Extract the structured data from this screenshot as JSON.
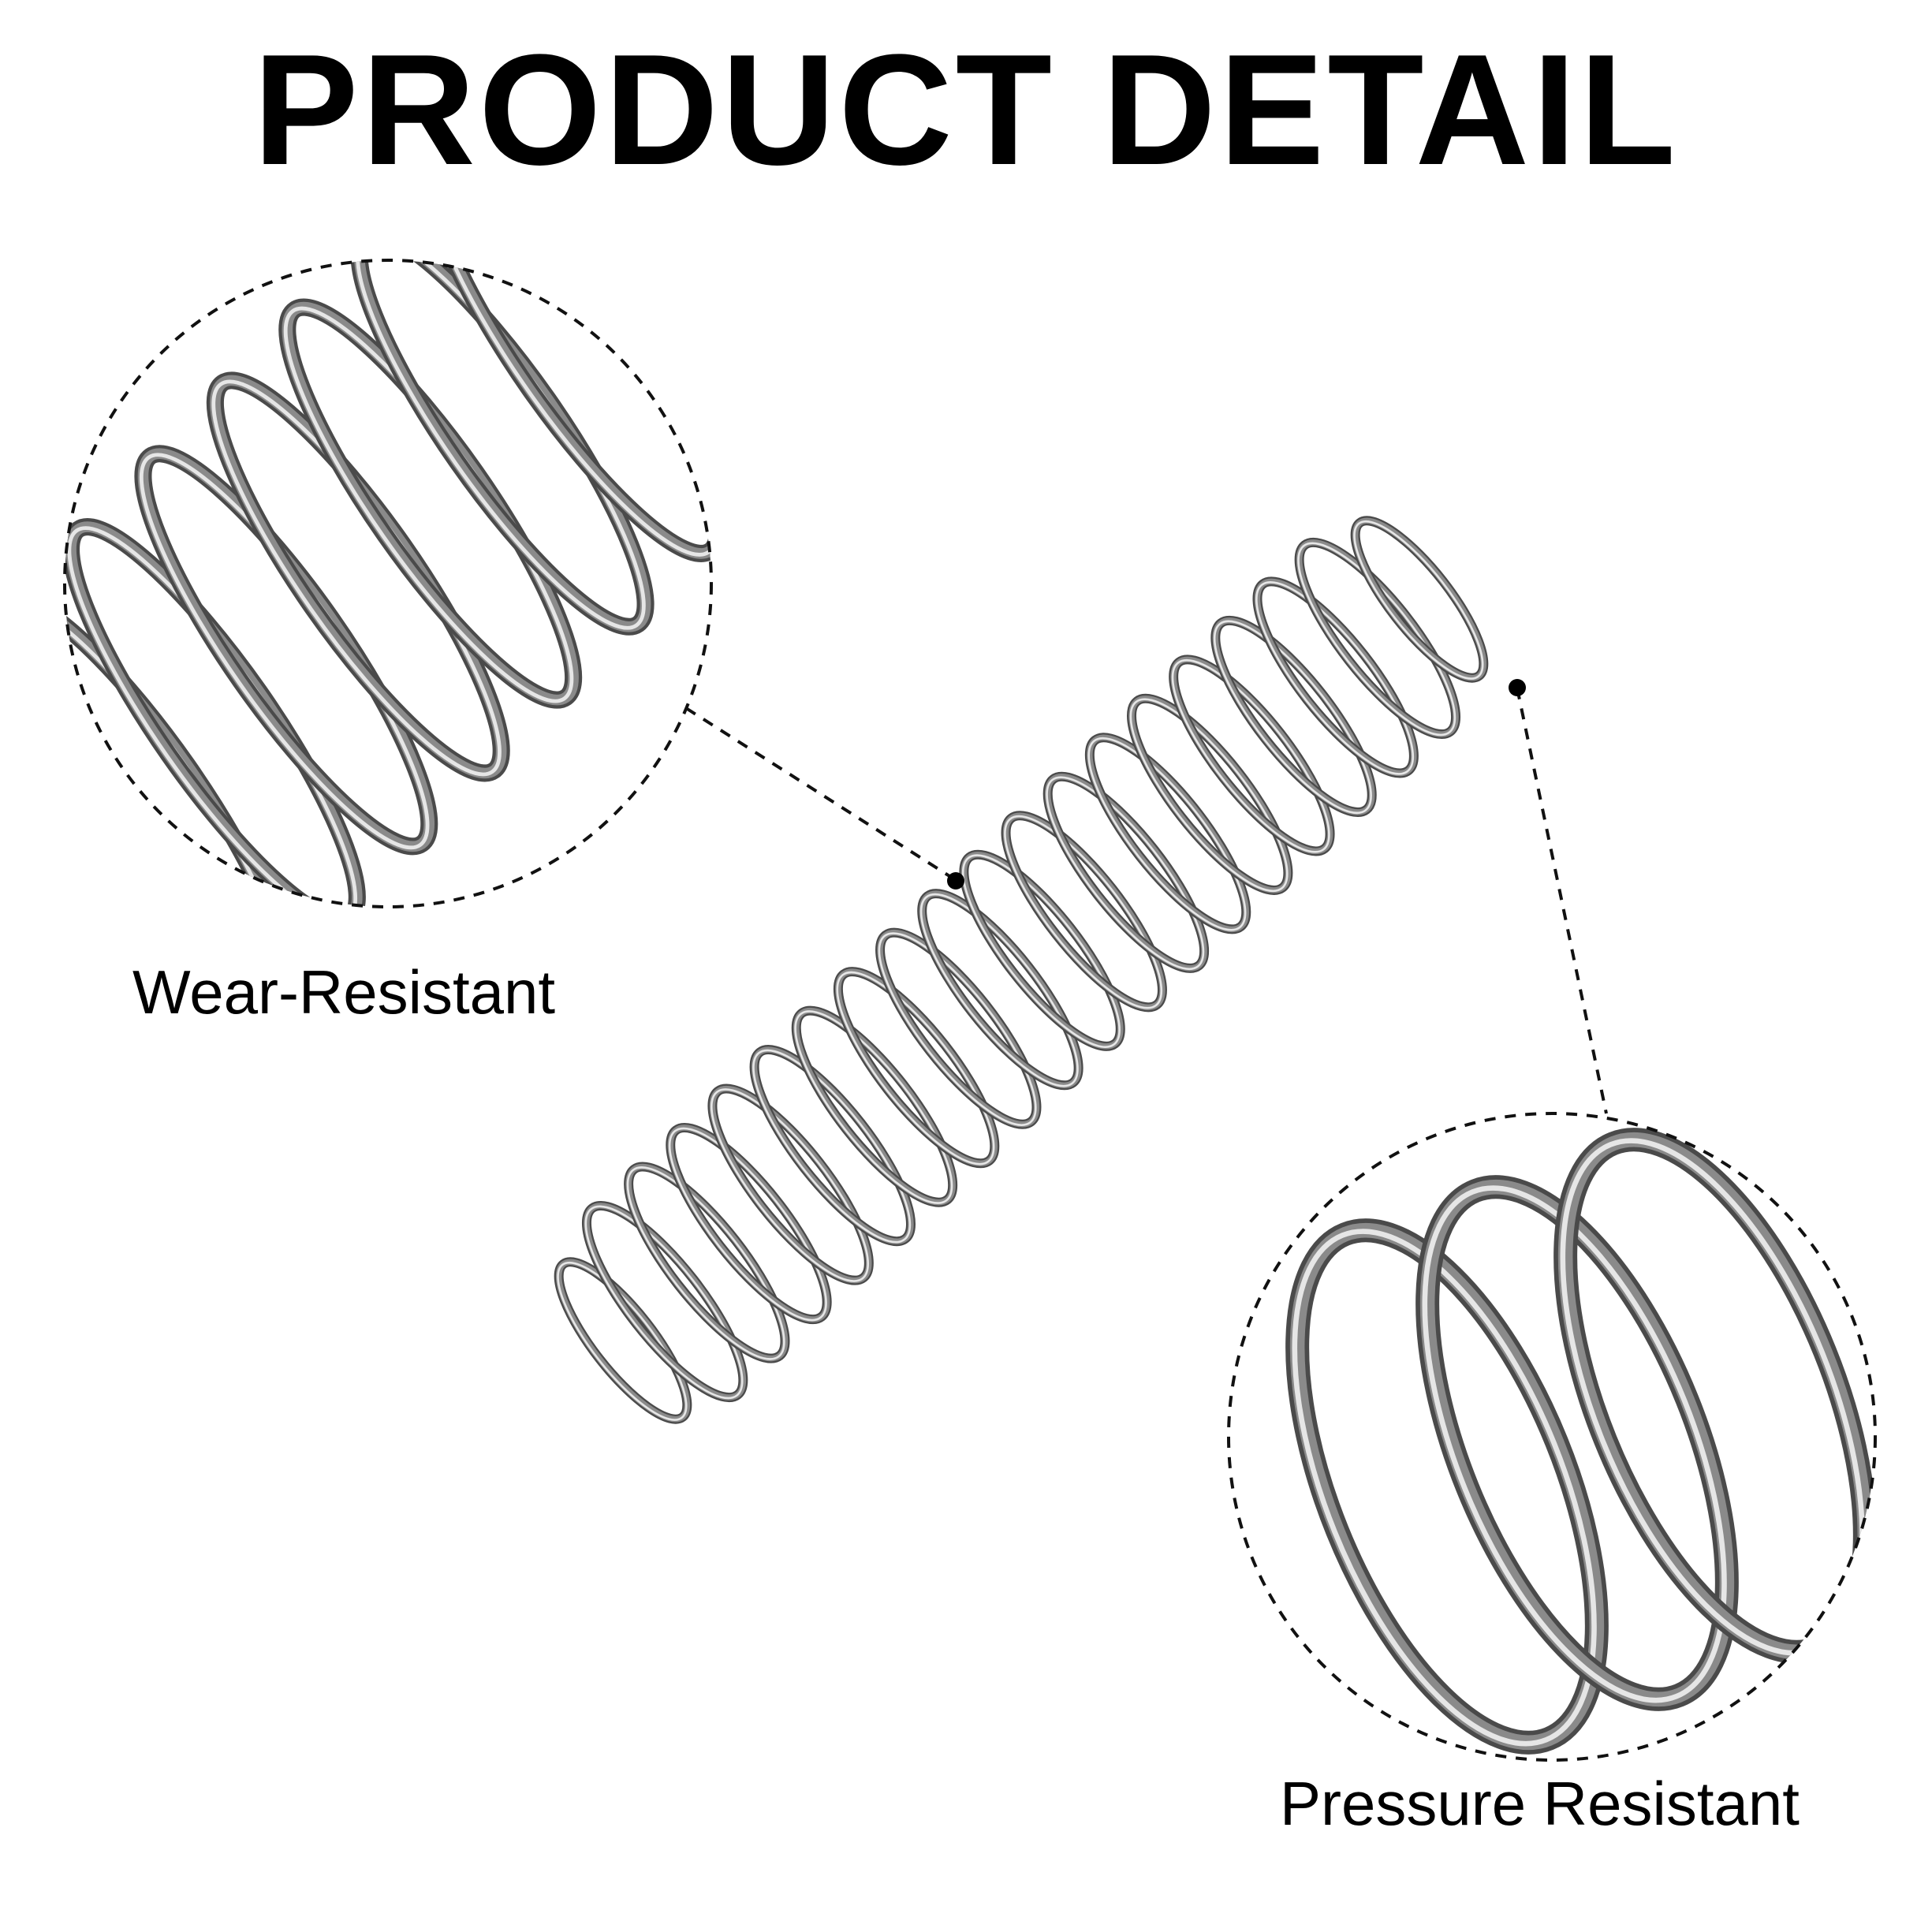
{
  "header": {
    "title": "PRODUCT DETAIL"
  },
  "features": [
    {
      "label": "Wear-Resistant",
      "icon": "coil-closeup-icon"
    },
    {
      "label": "Pressure Resistant",
      "icon": "spring-end-closeup-icon"
    }
  ],
  "colors": {
    "background": "#ffffff",
    "text": "#000000",
    "spring_steel": "#8a8a8a",
    "spring_highlight": "#e6e6e6",
    "spring_shadow": "#4a4a4a",
    "callout_line": "#111111"
  },
  "product": {
    "type": "compression spring",
    "finish": "stainless steel"
  }
}
